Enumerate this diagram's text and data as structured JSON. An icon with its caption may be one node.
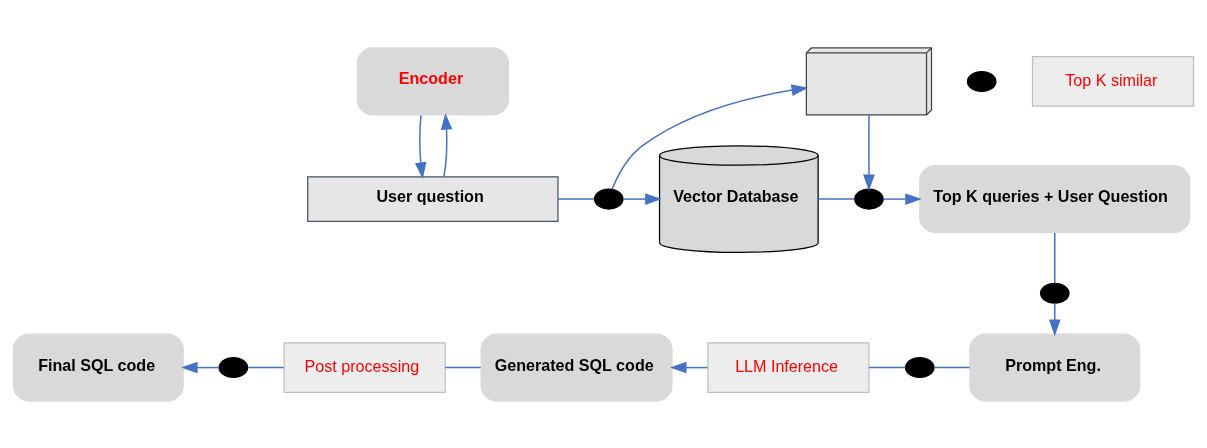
{
  "diagram": {
    "nodes": [
      {
        "text": [
          "Encoder"
        ]
      },
      {
        "text": [
          "User question"
        ]
      },
      {
        "text": [],
        "shape": "dot"
      },
      {
        "text": [],
        "shape": "document"
      },
      {
        "text": [
          "Top K similar"
        ]
      },
      {
        "text": [],
        "shape": "dot"
      },
      {
        "text": [
          "Vector Database"
        ]
      },
      {
        "text": [],
        "shape": "dot"
      },
      {
        "text": [
          "Top K queries + User Question"
        ]
      },
      {
        "text": [],
        "shape": "dot"
      },
      {
        "text": [
          "Prompt Eng."
        ]
      },
      {
        "text": [],
        "shape": "dot"
      },
      {
        "text": [
          "LLM Inference"
        ]
      },
      {
        "text": [
          "Generated SQL code"
        ]
      },
      {
        "text": [
          "Post processing"
        ]
      },
      {
        "text": [],
        "shape": "dot"
      },
      {
        "text": [
          "Final SQL code"
        ]
      }
    ],
    "edges": [
      {
        "from": 1,
        "to": 0,
        "arrow": "to"
      },
      {
        "from": 0,
        "to": 1,
        "arrow": "to"
      },
      {
        "from": 1,
        "to": 5,
        "arrow": "none"
      },
      {
        "from": 5,
        "to": 6,
        "arrow": "to"
      },
      {
        "from": 5,
        "to": 3,
        "arrow": "to"
      },
      {
        "from": 6,
        "to": 7,
        "arrow": "none"
      },
      {
        "from": 3,
        "to": 7,
        "arrow": "to"
      },
      {
        "from": 7,
        "to": 8,
        "arrow": "to"
      },
      {
        "from": 8,
        "to": 9,
        "arrow": "none"
      },
      {
        "from": 9,
        "to": 10,
        "arrow": "to"
      },
      {
        "from": 10,
        "to": 11,
        "arrow": "none"
      },
      {
        "from": 11,
        "to": 12,
        "arrow": "none"
      },
      {
        "from": 12,
        "to": 13,
        "arrow": "to"
      },
      {
        "from": 13,
        "to": 14,
        "arrow": "none"
      },
      {
        "from": 14,
        "to": 15,
        "arrow": "none"
      },
      {
        "from": 15,
        "to": 16,
        "arrow": "to"
      }
    ]
  }
}
